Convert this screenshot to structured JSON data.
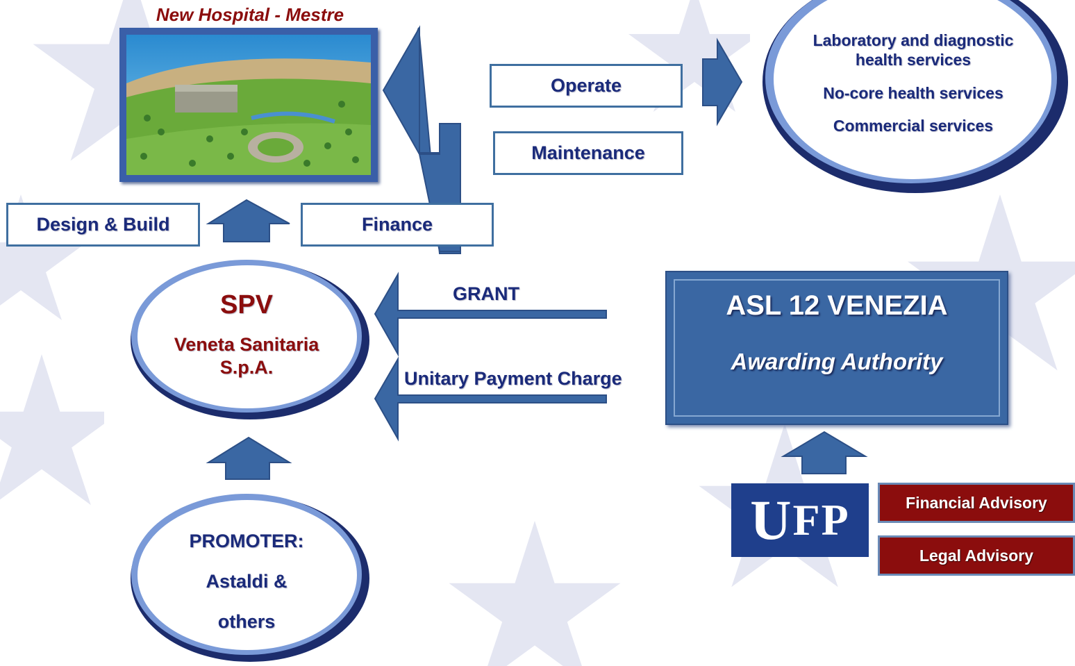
{
  "hospital": {
    "title": "New Hospital - Mestre"
  },
  "boxes": {
    "operate": "Operate",
    "maintenance": "Maintenance",
    "design_build": "Design & Build",
    "finance": "Finance"
  },
  "services": {
    "line1": "Laboratory and diagnostic",
    "line2": "health services",
    "line3": "No-core health services",
    "line4": "Commercial services"
  },
  "spv": {
    "title": "SPV",
    "line1": "Veneta Sanitaria",
    "line2": "S.p.A."
  },
  "promoter": {
    "line1": "PROMOTER:",
    "line2": "Astaldi &",
    "line3": "others"
  },
  "flows": {
    "grant": "GRANT",
    "payment": "Unitary Payment Charge"
  },
  "asl": {
    "title": "ASL 12 VENEZIA",
    "subtitle": "Awarding Authority"
  },
  "ufp": {
    "logo_first": "U",
    "logo_rest": "FP"
  },
  "advisory": {
    "financial": "Financial Advisory",
    "legal": "Legal Advisory"
  },
  "colors": {
    "navy_text": "#1a2a7a",
    "dark_red": "#8b0d0d",
    "arrow_fill": "#3a67a3",
    "box_blue": "#3a67a3"
  }
}
